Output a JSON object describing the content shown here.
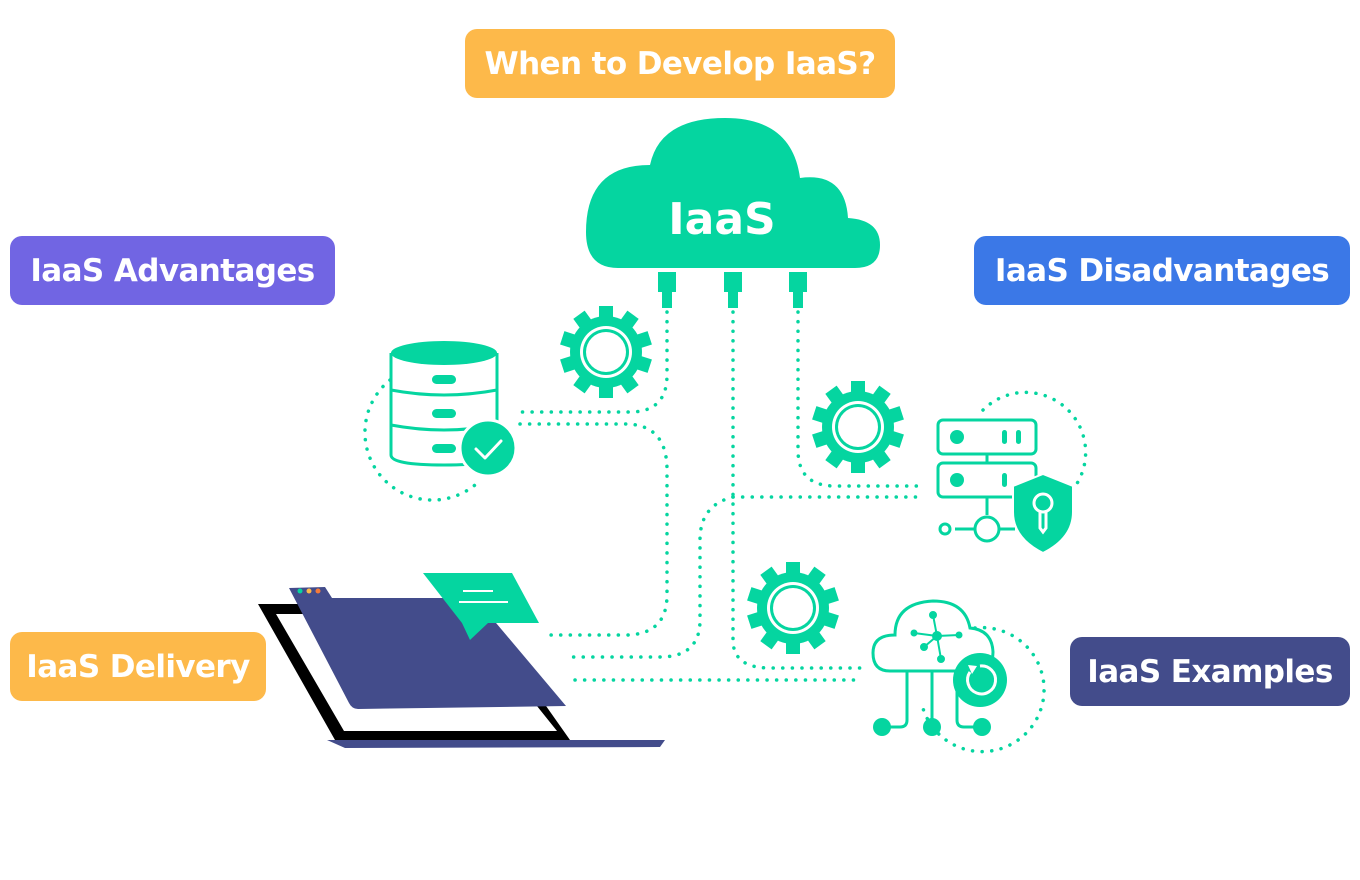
{
  "diagram": {
    "center": {
      "label": "IaaS",
      "icon": "cloud-icon"
    },
    "colors": {
      "teal": "#05d5a0",
      "orange": "#fdb94a",
      "purple": "#7165e3",
      "blue": "#3b78e7",
      "navy": "#434c8b",
      "black": "#000000"
    },
    "topics": [
      {
        "id": "when",
        "label": "When to Develop IaaS?"
      },
      {
        "id": "advantages",
        "label": "IaaS Advantages"
      },
      {
        "id": "disadvantages",
        "label": "IaaS Disadvantages"
      },
      {
        "id": "delivery",
        "label": "IaaS Delivery"
      },
      {
        "id": "examples",
        "label": "IaaS Examples"
      }
    ],
    "icons": [
      "database-check-icon",
      "gear-icon",
      "server-shield-icon",
      "laptop-browser-icon",
      "chat-bubble-icon",
      "cloud-network-icon",
      "refresh-icon"
    ]
  }
}
